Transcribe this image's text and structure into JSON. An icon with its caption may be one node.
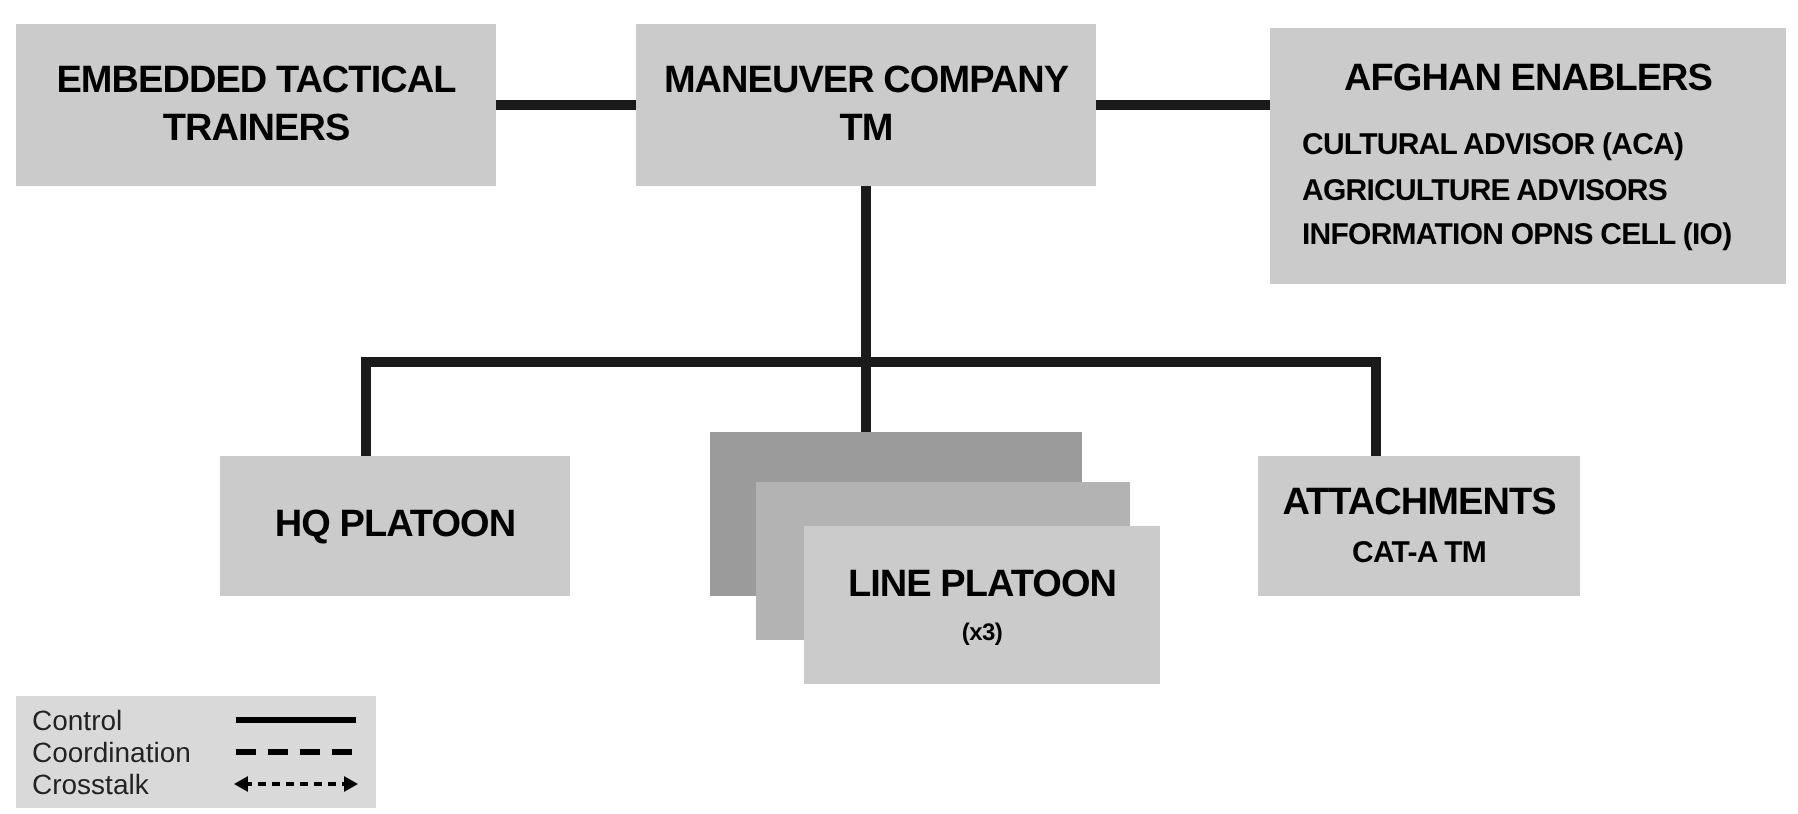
{
  "diagram": {
    "nodes": [
      {
        "text": [
          "EMBEDDED TACTICAL TRAINERS"
        ]
      },
      {
        "text": [
          "MANEUVER COMPANY TM"
        ]
      },
      {
        "text": [
          "AFGHAN ENABLERS",
          "CULTURAL ADVISOR (ACA)",
          "AGRICULTURE ADVISORS",
          "INFORMATION OPNS CELL (IO)"
        ]
      },
      {
        "text": [
          "HQ PLATOON"
        ]
      },
      {
        "text": [
          "LINE PLATOON",
          "(x3)"
        ]
      },
      {
        "text": [
          "ATTACHMENTS",
          "CAT-A TM"
        ]
      }
    ],
    "edges": [
      {
        "from": 0,
        "to": 1,
        "arrow": "none"
      },
      {
        "from": 1,
        "to": 2,
        "arrow": "none"
      },
      {
        "from": 1,
        "to": 3,
        "arrow": "none"
      },
      {
        "from": 1,
        "to": 4,
        "arrow": "none"
      },
      {
        "from": 1,
        "to": 5,
        "arrow": "none"
      }
    ],
    "legend": [
      {
        "text": "Control"
      },
      {
        "text": "Coordination"
      },
      {
        "text": "Crosstalk"
      }
    ]
  }
}
